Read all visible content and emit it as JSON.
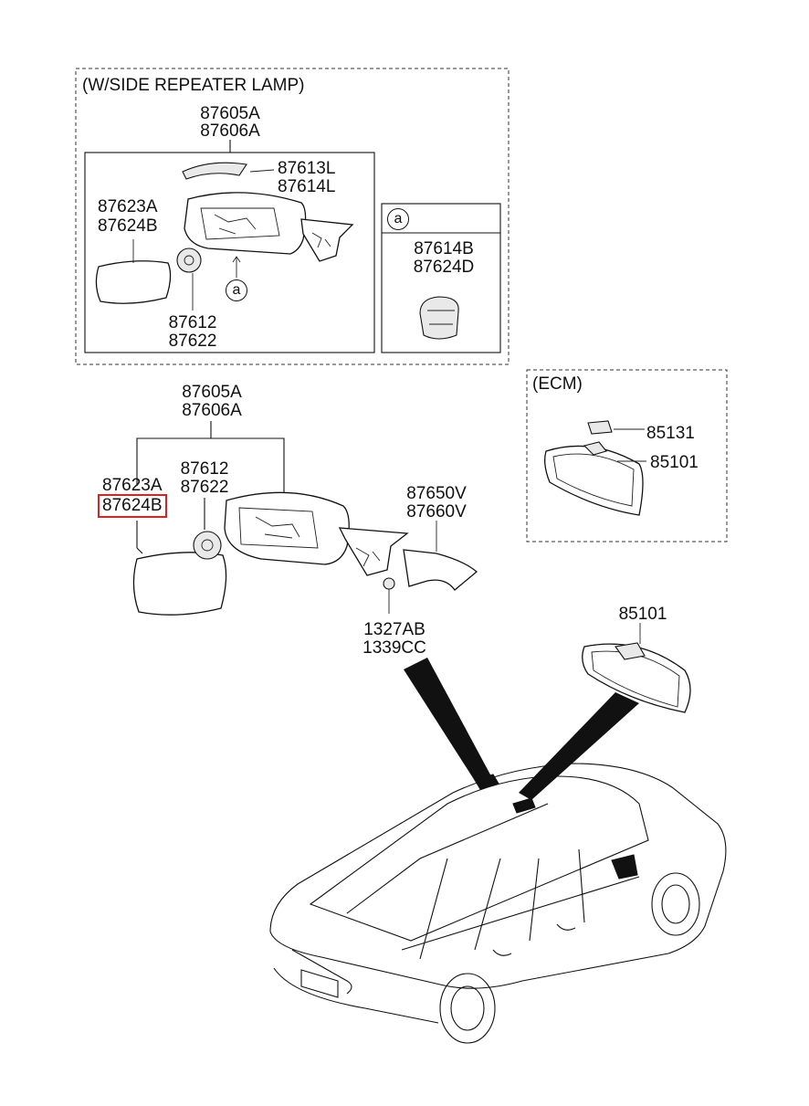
{
  "repeater_box": {
    "title": "(W/SIDE REPEATER LAMP)",
    "mirror_assy": [
      "87605A",
      "87606A"
    ],
    "cover": [
      "87613L",
      "87614L"
    ],
    "glass": [
      "87623A",
      "87624B"
    ],
    "actuator": [
      "87612",
      "87622"
    ],
    "ref_marker": "a",
    "detail_marker": "a",
    "detail_parts": [
      "87614B",
      "87624D"
    ]
  },
  "ecm_box": {
    "title": "(ECM)",
    "cover_part": "85131",
    "mirror_part": "85101"
  },
  "main": {
    "mirror_assy": [
      "87605A",
      "87606A"
    ],
    "glass": [
      "87623A",
      "87624B"
    ],
    "glass_highlighted": "87624B",
    "actuator": [
      "87612",
      "87622"
    ],
    "garnish": [
      "87650V",
      "87660V"
    ],
    "screws": [
      "1327AB",
      "1339CC"
    ],
    "inside_mirror": "85101"
  },
  "colors": {
    "highlight": "#e02020",
    "line": "#111111"
  }
}
